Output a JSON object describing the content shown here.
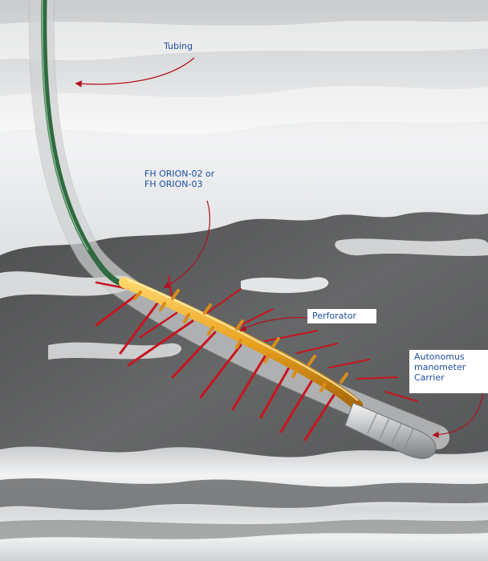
{
  "labels": {
    "tubing": "Tubing",
    "orion": "FH ORION-02  or\nFH ORION-03",
    "perforator": "Perforator",
    "carrier": "Autonomus\nmanometer\nCarrier"
  },
  "colors": {
    "label_text": "#1f4ea1",
    "arrow": "#b3101c",
    "label_box": "#ffffff",
    "rock_dark": "#5a5a5a",
    "rock_light": "#dcdcdc",
    "tool_body": "#e9a11f",
    "tubing_core": "#3d7a4d",
    "perforation_jet": "#c9141e"
  }
}
